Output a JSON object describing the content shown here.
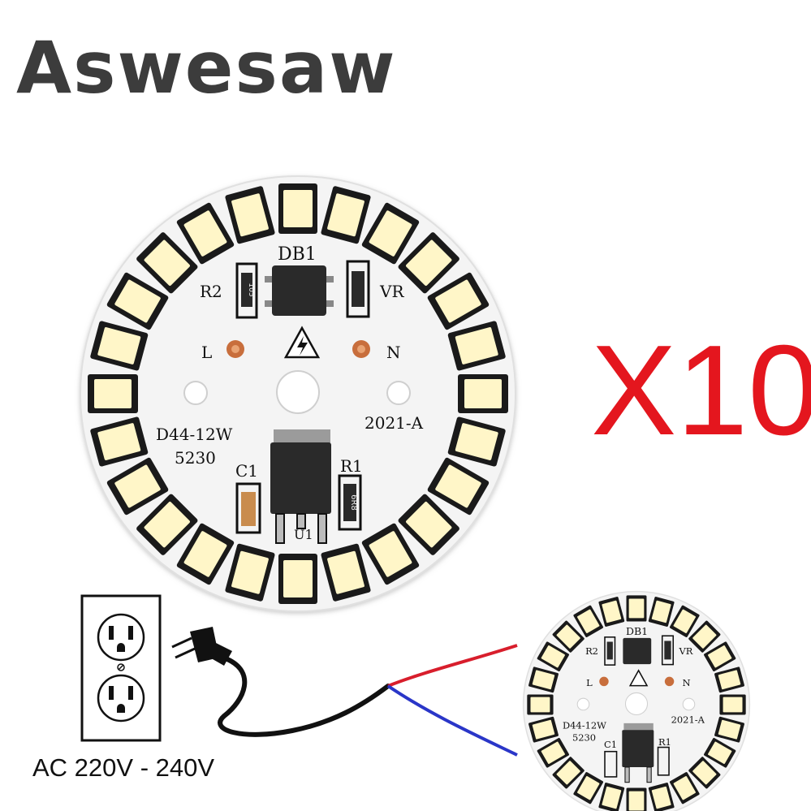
{
  "brand": {
    "name": "Aswesaw"
  },
  "product": {
    "quantity_label": "X10",
    "voltage_label": "AC 220V -  240V"
  },
  "pcb": {
    "labels": {
      "bridge": "DB1",
      "resistor2": "R2",
      "varistor": "VR",
      "live": "L",
      "neutral": "N",
      "model": "D44-12W",
      "led_type": "5230",
      "revision": "2021-A",
      "capacitor": "C1",
      "resistor1": "R1",
      "ic": "U1",
      "r1_value": "6R8",
      "r2_value": "105"
    }
  },
  "colors": {
    "brand_text": "#3c3c3c",
    "quantity_text": "#e4161e",
    "board": "#f4f4f4",
    "led_emitter": "#fff6c8",
    "wire_live": "#d81e2c",
    "wire_neutral": "#2a36c8",
    "cable": "#111111"
  },
  "icons": [
    "power-outlet-icon",
    "plug-icon",
    "high-voltage-warning-icon"
  ]
}
